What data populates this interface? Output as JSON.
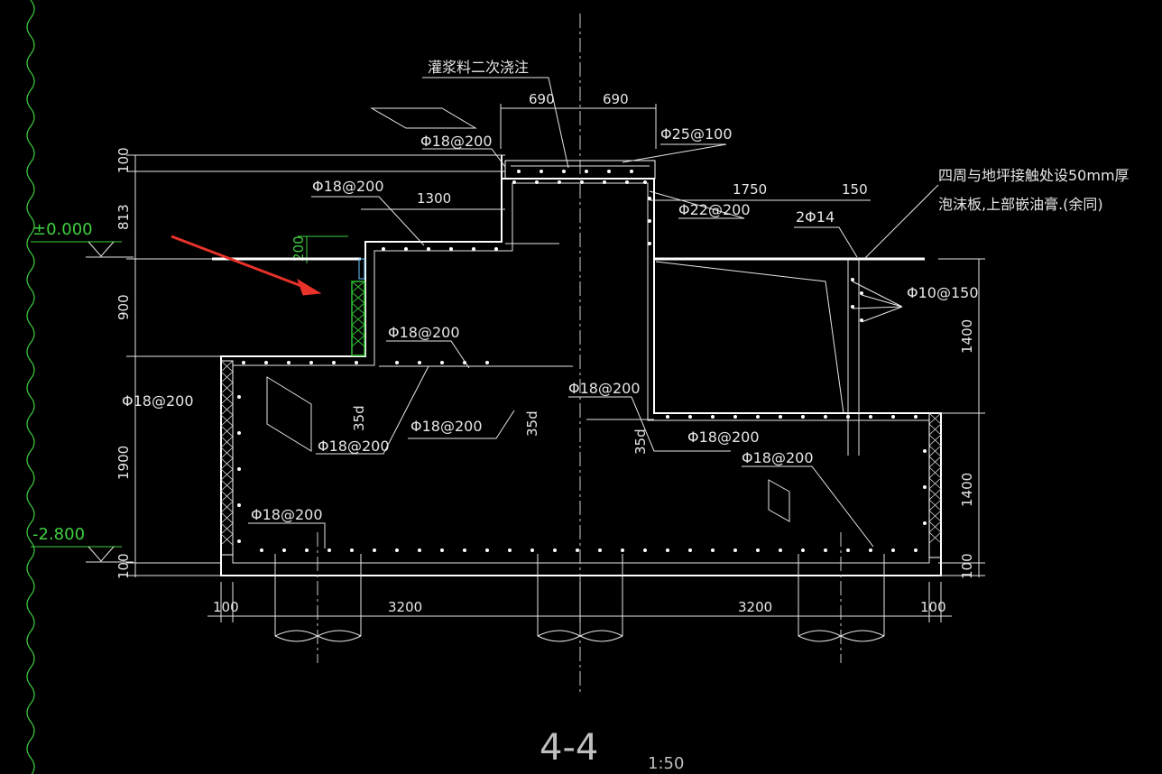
{
  "drawing": {
    "title": "4-4",
    "scale": "1:50",
    "notes": {
      "grout": "灌浆料二次浇注",
      "foam_line1": "四周与地坪接触处设50mm厚",
      "foam_line2": "泡沫板,上部嵌油膏.(余同)"
    },
    "levels": {
      "top": "±0.000",
      "bottom": "-2.800"
    },
    "rebar": {
      "top_slab": "Φ18@200",
      "step": "Φ18@200",
      "mid": "Φ18@200",
      "wall_left": "Φ18@200",
      "inner_a": "Φ18@200",
      "inner_b": "Φ18@200",
      "bottom_left": "Φ18@200",
      "center": "Φ18@200",
      "right_a": "Φ18@200",
      "right_b": "Φ18@200",
      "pedestal": "Φ25@100",
      "wall_right": "Φ22@200",
      "pair": "2Φ14",
      "vert": "Φ10@150"
    },
    "anchor": {
      "a": "35d",
      "b": "35d",
      "c": "35d"
    },
    "dims_top": {
      "a": "690",
      "b": "690",
      "c": "1300",
      "d": "1750",
      "e": "150"
    },
    "dims_left": {
      "a": "100",
      "b": "813",
      "c": "200",
      "d": "900",
      "e": "1900",
      "f": "100"
    },
    "dims_right": {
      "a": "1400",
      "b": "1400",
      "c": "100"
    },
    "dims_bottom": {
      "a": "100",
      "b": "3200",
      "c": "3200",
      "d": "100"
    }
  },
  "colors": {
    "background": "#000000",
    "lines": "#e6e6e6",
    "level": "#3fcf3f",
    "arrow": "#e8322a",
    "insulation": "#2fbf2f"
  }
}
